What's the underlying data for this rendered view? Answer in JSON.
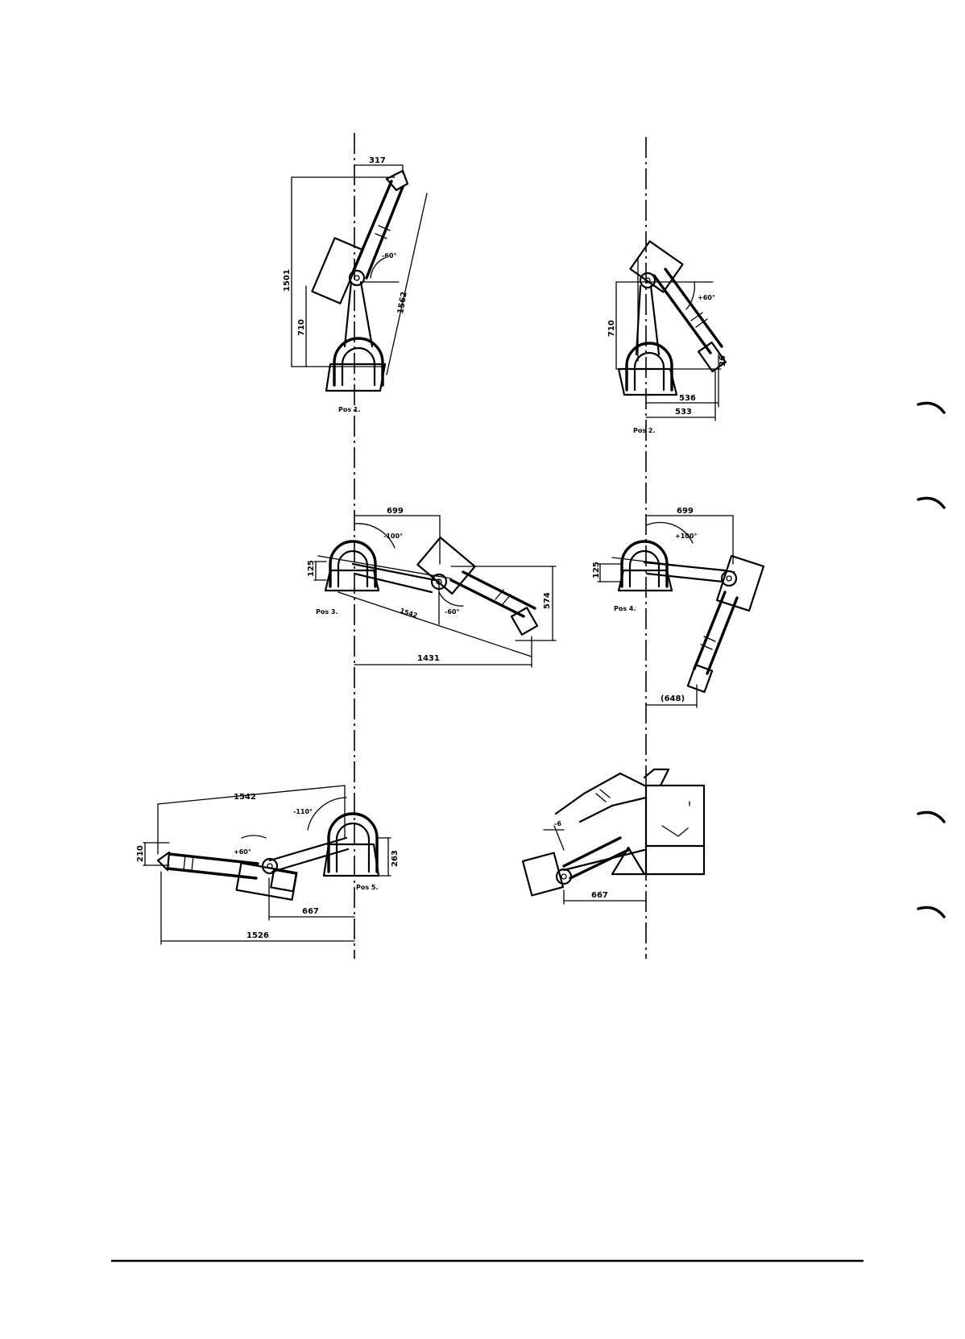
{
  "figures": {
    "pos1": {
      "caption": "Pos 1.",
      "d_top": "317",
      "d_height": "1501",
      "d_mid": "710",
      "d_reach": "1562",
      "angle": "-60°"
    },
    "pos2": {
      "caption": "Pos 2.",
      "d_height": "710",
      "d_small": "36",
      "d_a": "536",
      "d_b": "533",
      "angle": "+60°"
    },
    "pos3": {
      "caption": "Pos 3.",
      "d_top": "699",
      "d_left": "125",
      "d_right": "574",
      "d_reach": "1542",
      "d_bottom": "1431",
      "angle_a": "-100°",
      "angle_b": "-60°"
    },
    "pos4": {
      "caption": "Pos 4.",
      "d_top": "699",
      "d_left": "125",
      "d_bottom": "(648)",
      "angle": "+100°"
    },
    "pos5": {
      "caption": "Pos 5.",
      "d_top": "1542",
      "d_left": "210",
      "d_right": "263",
      "d_mid": "667",
      "d_bottom": "1526",
      "angle_a": "-110°",
      "angle_b": "+60°"
    },
    "pos6": {
      "angle": "-6",
      "d_bottom": "667"
    }
  },
  "colors": {
    "ink": "#000000",
    "paper": "#ffffff"
  }
}
